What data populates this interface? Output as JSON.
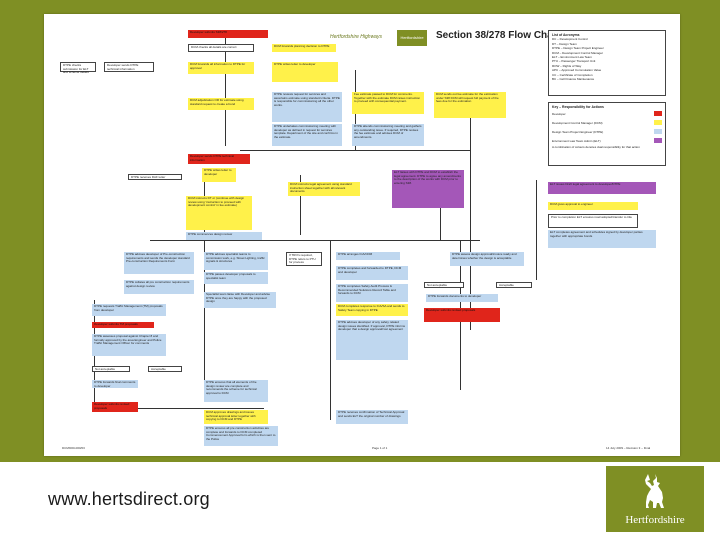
{
  "header": {
    "org": "Hertfordshire Highways",
    "logo_text": "Hertfordshire",
    "title": "Section 38/278 Flow Chart"
  },
  "footer": {
    "url": "www.hertsdirect.org",
    "brand": "Hertfordshire"
  },
  "page": {
    "doc_ref": "DCM/000-000/03",
    "page_number": "Page 1 of 1",
    "date": "14 July 2009 – Revision 3 – Final"
  },
  "abbrev": {
    "title": "List of Acronyms",
    "items": [
      "DC – Development Control",
      "DT – Design Team",
      "DTPE – Design Team Project Engineer",
      "DCM – Development Control Manager",
      "ELT – Environment Law Team",
      "PTU – Passenger Transport Unit",
      "ROW – Rights of Way",
      "APC – Approved Commutation Value",
      "CC – Certificate of Completion",
      "BC – Cell Finance Maintenance"
    ]
  },
  "key": {
    "title": "Key – Responsibility for Actions",
    "items": [
      {
        "label": "Developer",
        "color": "#e0251b"
      },
      {
        "label": "Development Control Manager (DCM)",
        "color": "#fff14a"
      },
      {
        "label": "Design Team Project Engineer (DTPE)",
        "color": "#bfd7ef"
      },
      {
        "label": "Environment Law Team Admin (ELT)",
        "color": "#a457b8"
      }
    ],
    "note": "A combination of colours denotes dual responsibility for that action"
  },
  "nodes": {
    "n1": "Developer submits S38/278",
    "n2": "DCM checks all details are correct",
    "n3": "DCM forwards planning decision to DTPE",
    "n4": "DCM forwards all information to DTPE for approval",
    "n5": "DTPE checks submission for ELT and scheme details",
    "n6": "DCM adjudication OR for estimate using standard request to create a bond",
    "n7": "DTPE reviews request for services and ascertains estimate using standard criteria. DTPE is responsible for commissioning all the other works.",
    "n8": "Fee estimate passed to DCM for comments. Together with the estimate DCM raises instruction to proceed with consequential payment.",
    "n9": "DCM sends out fee estimate for the estimation under S38 DCM will request full payment of the fees due for the estimation",
    "n10": "DTPE undertakes commissioning meeting with developer as defined in request for services template. Department of the site and confirms in the estimate.",
    "n11": "DTPE attends commissioning meeting and gathers any outstanding issue. If required, DTPE revises the fee estimate and advises DCM of amendments.",
    "n12": "Developer sends DTPE technical information",
    "n13": "DTPE writes letter to developer",
    "n14": "DTPE receives DAF letter",
    "n15": "DCM instructs legal agreement using standard instruction sheet together with all relevant documents",
    "n16": "ELT liaises with DTPE and DCM to establish the legal agreement. DTPE to agree any amendments to the description of the works with DCM prior to entering S38.",
    "n17": "DCM instructs DT or (continue with design review using 'instruction to proceed with development control' in fee estimate)",
    "n18": "DTPE commences design review",
    "n19": "ELT issues Draft legal agreement to developer/DTPE",
    "n20": "DCM gives approval to engineer",
    "n21": "Prior to completion ELT ensures road adopted/transfer to title",
    "n22": "ELT completes agreement and schedules signed by developer parties together with appropriate bonds",
    "n23": "DTPE advises developer of Pre-construction requirements and sends the developer standard Pre-construction Requirements Form",
    "n24": "DTPE advises specialist teams to commission work, e.g. Street Lighting, traffic signals & structures",
    "n25": "If TRO's required, DTPE refers to PTU for process",
    "n26": "DTPE arranges ICA/CDM",
    "n27": "DTPE assess design approval/invoice ready and determines whether the design is acceptable",
    "n28": "DTPE passes developer proposals to specialist team",
    "n29": "DTPE collates all pre construction requirements against design review",
    "n30": "DTPE completes and forwarded to DTPE, DCM and developer",
    "n31": "Not acceptable",
    "n32": "Acceptable",
    "n33": "DTPE forwards documents to developer",
    "n34": "DTPE completes Safety Audit Process & Recommended Solutions Record Table and forwards to DCM",
    "n35": "DCM completes response to ICA/SA and sends to Safety Team copying in DTPE",
    "n36": "Specialist team liaise with Developer and advise DTPE once they are happy with the proposed design",
    "n37": "DTPE requests Traffic Management (TM) proposals from developer",
    "n38": "Developer submits TM proposals",
    "n39": "DTPE assesses proposal against Chapter 8 and formally approved by the area Engineer and Police Traffic Management Officer for comments",
    "n40": "Not acceptable",
    "n41": "Acceptable",
    "n42": "DTPE advises developer of any safety related design issues identified. If approval, DTPE informs developer that a design approval/cost agreement",
    "n43": "DTPE discusses/notifies Process of site commencement and issues developers certificate of commencement and other legal standards",
    "n44": "DTPE forwards final comments to developer",
    "n45": "Developer submits revised proposals",
    "n46": "DTPE ensures that all elements of the design review are complete and recommends the scheme for technical approval to DCM",
    "n47": "DCM approves drawings and issues technical approval letter together with copying to DCM and DTPE",
    "n48": "DTPE receives confirmation of Technical Approval and sends ELT the original number of drawings",
    "n49": "DTPE ensures all pre construction activities are complete and forwards to DCM completed Commencement Approval form which is then sent to the Police",
    "n50": "Developer submits revised proposals"
  }
}
